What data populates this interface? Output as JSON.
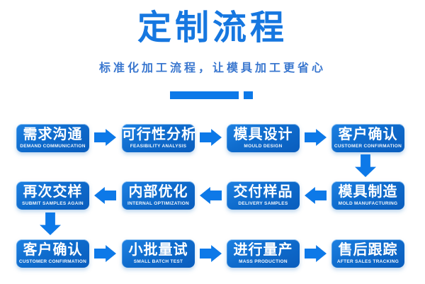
{
  "header": {
    "title": "定制流程",
    "subtitle": "标准化加工流程，让模具加工更省心"
  },
  "colors": {
    "title_blue": "#1677e0",
    "subtitle_blue": "#3a77cf",
    "arrow_blue": "#0d79e8",
    "box_gradient_top": "#1e81e2",
    "box_gradient_bottom": "#0a5dbd",
    "box_text": "#ffffff",
    "background": "#ffffff"
  },
  "flow": {
    "steps": [
      {
        "zh": "需求沟通",
        "en": "DEMAND COMMUNICATION"
      },
      {
        "zh": "可行性分析",
        "en": "FEASIBILITY ANALYSIS"
      },
      {
        "zh": "模具设计",
        "en": "MOULD DESIGN"
      },
      {
        "zh": "客户确认",
        "en": "CUSTOMER CONFIRMATION"
      },
      {
        "zh": "模具制造",
        "en": "MOLD MANUFACTURING"
      },
      {
        "zh": "交付样品",
        "en": "DELIVERY SAMPLES"
      },
      {
        "zh": "内部优化",
        "en": "INTERNAL OPTIMIZATION"
      },
      {
        "zh": "再次交样",
        "en": "SUBMIT SAMPLES AGAIN"
      },
      {
        "zh": "客户确认",
        "en": "CUSTOMER CONFIRMATION"
      },
      {
        "zh": "小批量试",
        "en": "SMALL BATCH TEST"
      },
      {
        "zh": "进行量产",
        "en": "MASS PRODUCTION"
      },
      {
        "zh": "售后跟踪",
        "en": "AFTER SALES TRACKING"
      }
    ]
  }
}
